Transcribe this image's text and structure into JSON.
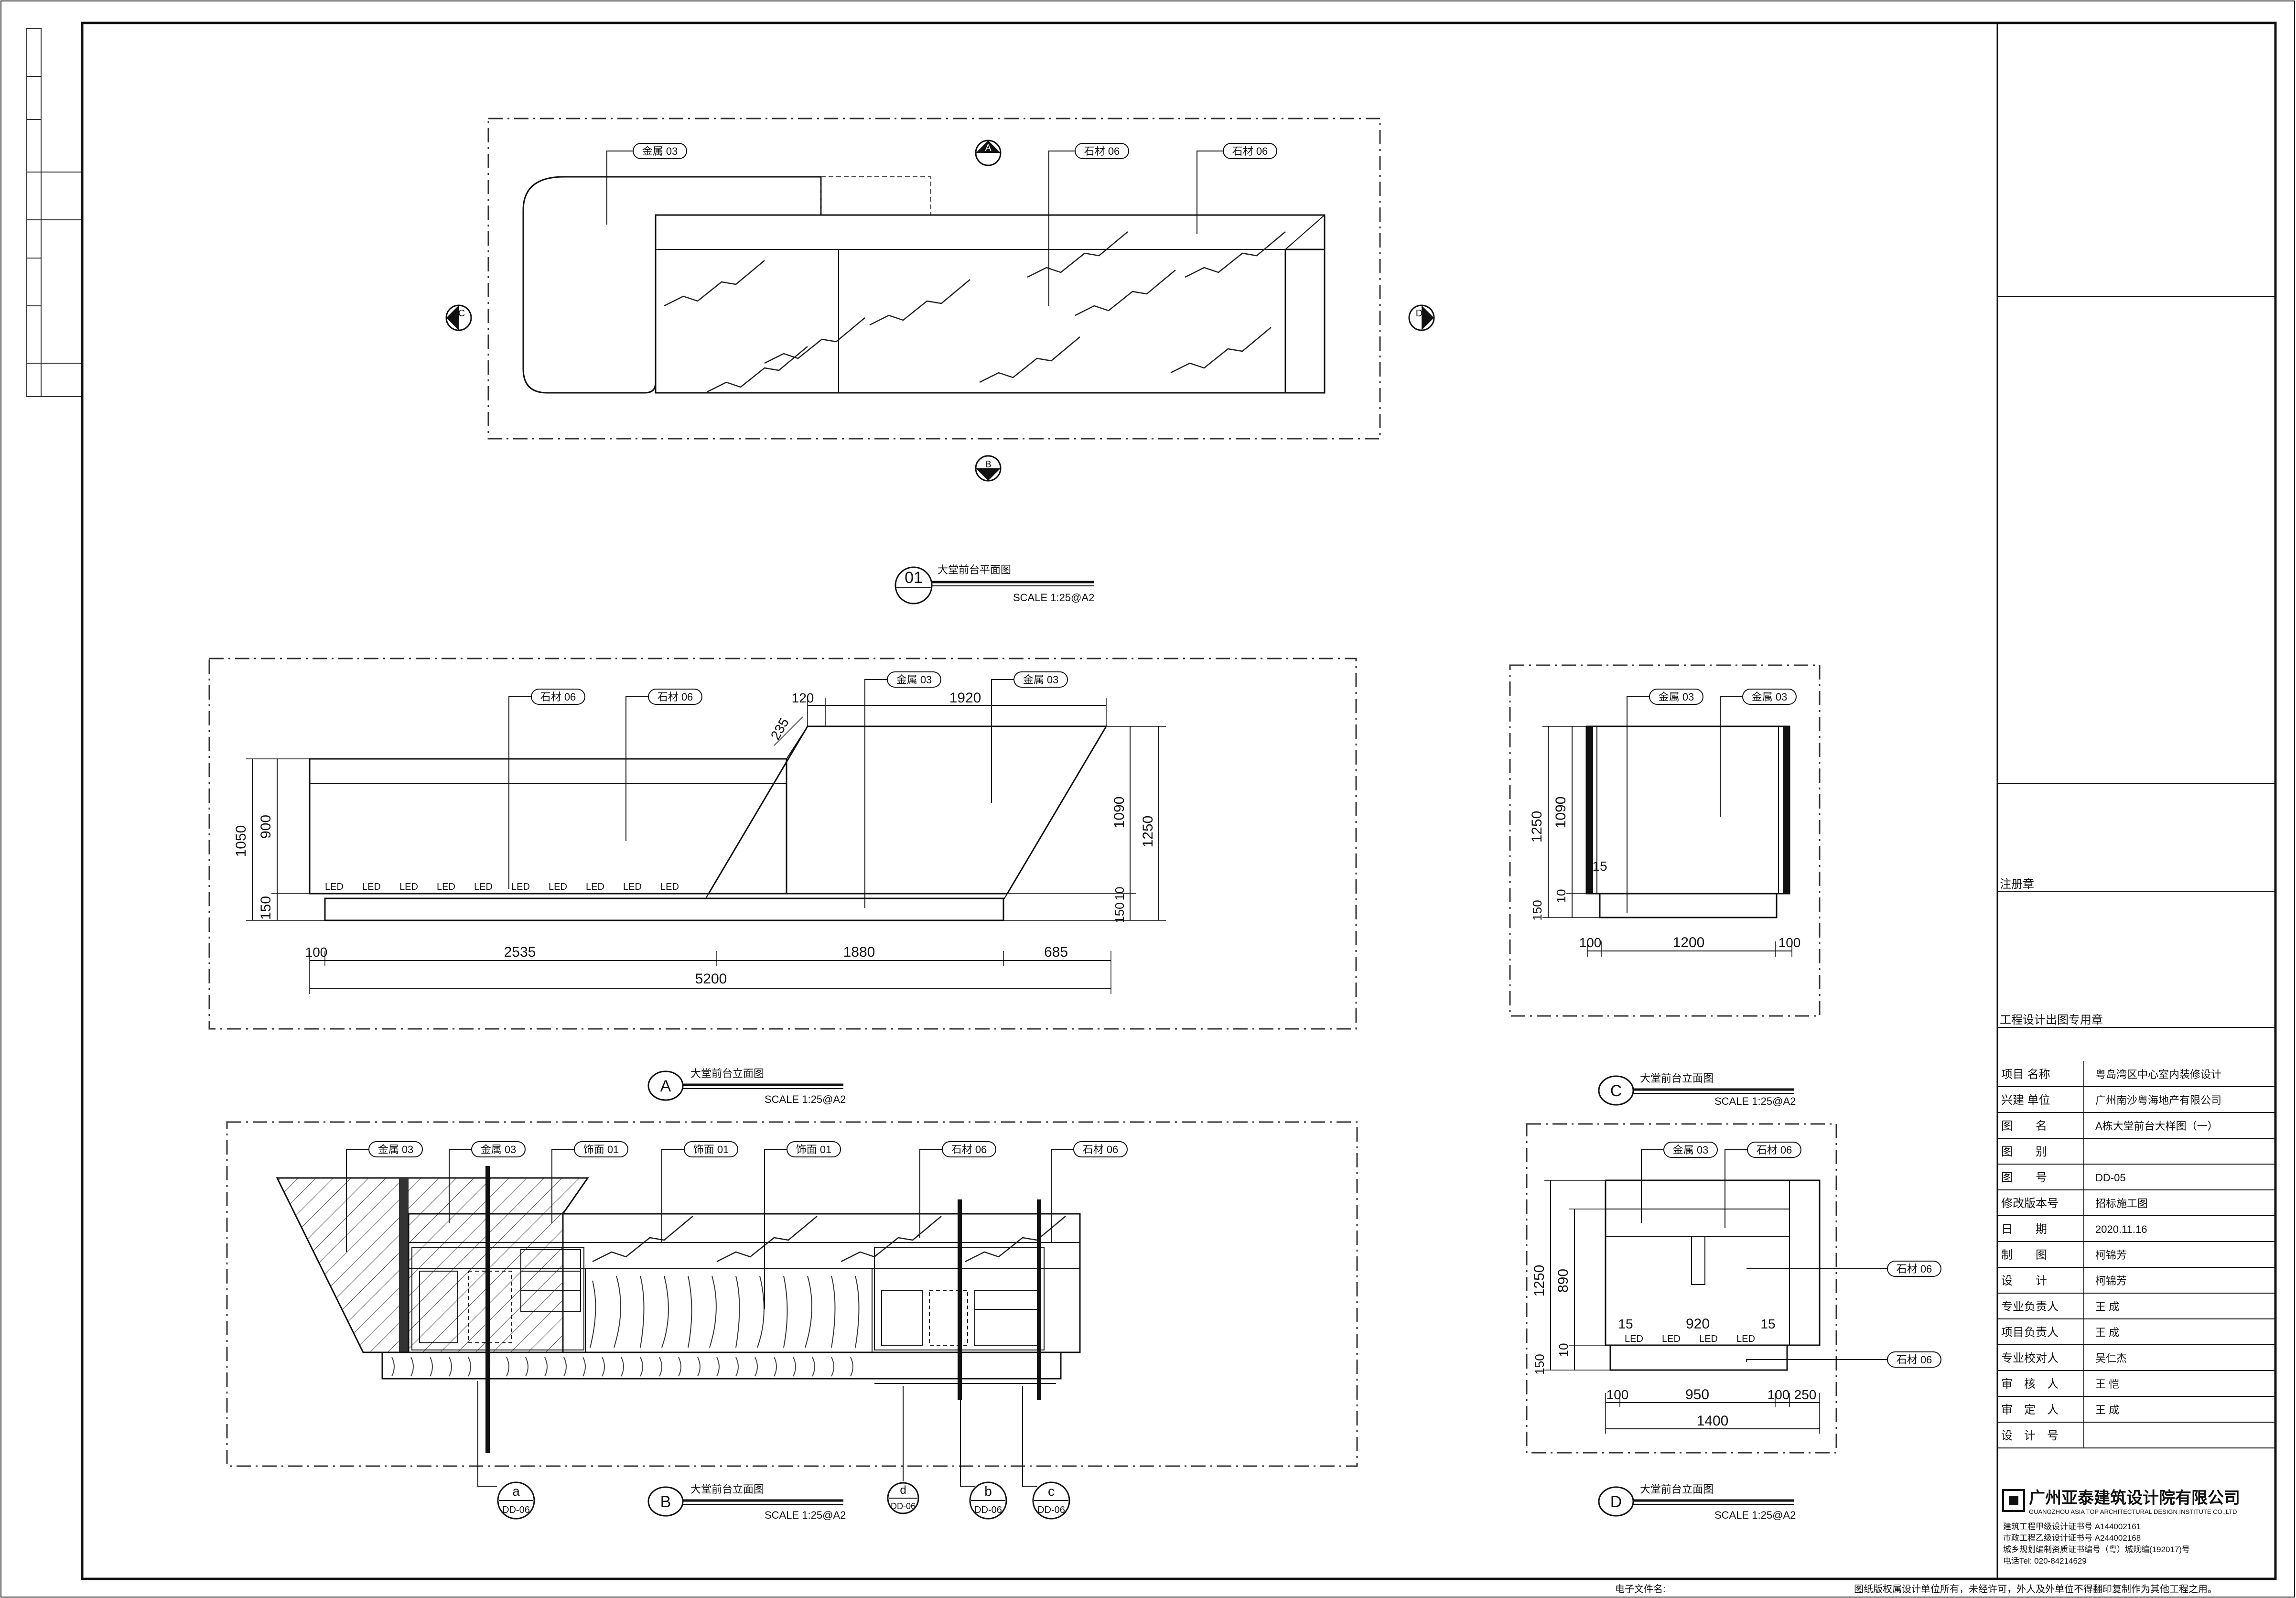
{
  "materials": {
    "metal03": "金属 03",
    "stone06": "石材 06",
    "finish01": "饰面 01"
  },
  "led_label": "LED",
  "drawings": {
    "plan": {
      "number": "01",
      "title": "大堂前台平面图",
      "scale": "SCALE 1:25@A2"
    },
    "elev_a": {
      "letter": "A",
      "title": "大堂前台立面图",
      "scale": "SCALE 1:25@A2",
      "dims": {
        "h1050": "1050",
        "h900": "900",
        "h150": "150",
        "h1090": "1090",
        "h1250": "1250",
        "h10": "10",
        "h150r": "150",
        "t120": "120",
        "t1920": "1920",
        "t235": "235",
        "b100": "100",
        "b2535": "2535",
        "b1880": "1880",
        "b685": "685",
        "b5200": "5200"
      }
    },
    "elev_b": {
      "letter": "B",
      "title": "大堂前台立面图",
      "scale": "SCALE 1:25@A2",
      "callouts": [
        {
          "letter": "a",
          "ref": "DD-06"
        },
        {
          "letter": "d",
          "ref": "DD-06"
        },
        {
          "letter": "b",
          "ref": "DD-06"
        },
        {
          "letter": "c",
          "ref": "DD-06"
        }
      ]
    },
    "elev_c": {
      "letter": "C",
      "title": "大堂前台立面图",
      "scale": "SCALE 1:25@A2",
      "dims": {
        "h1250": "1250",
        "h1090": "1090",
        "h15": "15",
        "h150": "150",
        "h10": "10",
        "b100l": "100",
        "b1200": "1200",
        "b100r": "100"
      }
    },
    "elev_d": {
      "letter": "D",
      "title": "大堂前台立面图",
      "scale": "SCALE 1:25@A2",
      "dims": {
        "h1250": "1250",
        "h890": "890",
        "h150": "150",
        "h10": "10",
        "t15l": "15",
        "t920": "920",
        "t15r": "15",
        "b100": "100",
        "b950": "950",
        "b100b": "100",
        "b250": "250",
        "b1400": "1400"
      }
    }
  },
  "section_marks": {
    "top": "A",
    "bottom": "B",
    "left": "C",
    "right": "D"
  },
  "title_block": {
    "reg_stamp": "注册章",
    "design_stamp": "工程设计出图专用章",
    "rows": [
      {
        "label": "项目 名称",
        "value": "粤岛湾区中心室内装修设计"
      },
      {
        "label": "兴建 单位",
        "value": "广州南沙粤海地产有限公司"
      },
      {
        "label": "图　　名",
        "value": "A栋大堂前台大样图（一）"
      },
      {
        "label": "图　　别",
        "value": ""
      },
      {
        "label": "图　　号",
        "value": "DD-05"
      },
      {
        "label": "修改版本号",
        "value": "招标施工图"
      },
      {
        "label": "日　　期",
        "value": "2020.11.16"
      },
      {
        "label": "制　　图",
        "value": "柯锦芳"
      },
      {
        "label": "设　　计",
        "value": "柯锦芳"
      },
      {
        "label": "专业负责人",
        "value": "王 成"
      },
      {
        "label": "项目负责人",
        "value": "王 成"
      },
      {
        "label": "专业校对人",
        "value": "吴仁杰"
      },
      {
        "label": "审　核　人",
        "value": "王 恺"
      },
      {
        "label": "审　定　人",
        "value": "王 成"
      },
      {
        "label": "设　计　号",
        "value": ""
      }
    ],
    "company_cn": "广州亚泰建筑设计院有限公司",
    "company_en": "GUANGZHOU ASIA TOP ARCHITECTURAL DESIGN INSTITUTE CO.,LTD",
    "cert_lines": [
      "建筑工程甲级设计证书号 A144002161",
      "市政工程乙级设计证书号 A244002168",
      "城乡规划编制资质证书编号（粤）城规编(192017)号",
      "电话Tel: 020-84214629"
    ]
  },
  "footer": {
    "efile": "电子文件名:",
    "notice": "图纸版权属设计单位所有，未经许可，外人及外单位不得翻印复制作为其他工程之用。"
  }
}
